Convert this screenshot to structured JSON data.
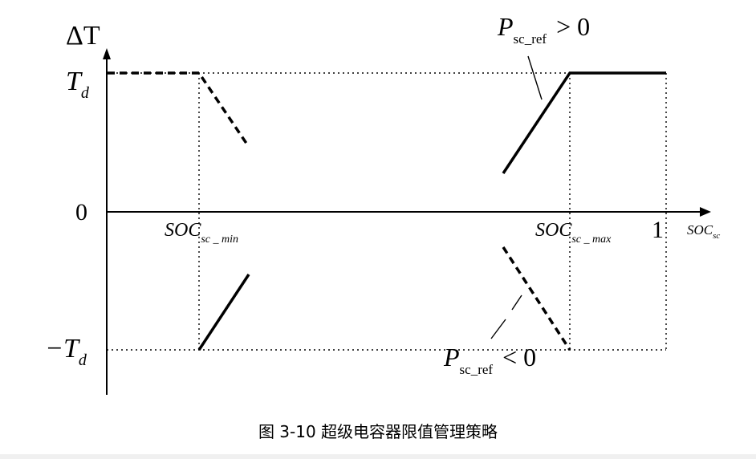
{
  "axis": {
    "y_label": "ΔT",
    "x_label_main": "SOC",
    "x_label_sub": "sc"
  },
  "ticks": {
    "y_top_main": "T",
    "y_top_sub": "d",
    "y_zero": "0",
    "y_bottom_main": "−T",
    "y_bottom_sub": "d",
    "x_min_main": "SOC",
    "x_min_sub": "sc _ min",
    "x_max_main": "SOC",
    "x_max_sub": "sc _ max",
    "x_one": "1"
  },
  "annotations": {
    "charge_main": "P",
    "charge_sub": "sc_ref",
    "charge_cond": "> 0",
    "discharge_main": "P",
    "discharge_sub": "sc_ref",
    "discharge_cond": "< 0"
  },
  "caption": "图 3-10  超级电容器限值管理策略"
}
